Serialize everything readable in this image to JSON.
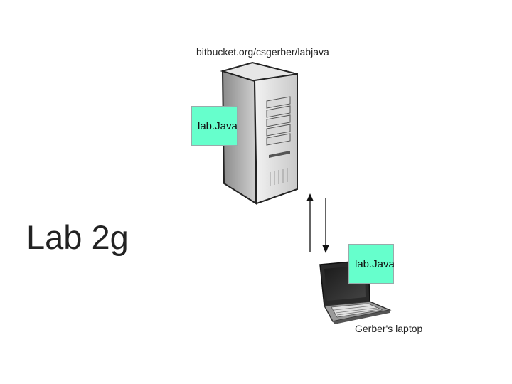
{
  "slide": {
    "title": "Lab 2g",
    "server": {
      "url_label": "bitbucket.org/csgerber/labjava",
      "repo_label": "lab.Java"
    },
    "laptop": {
      "repo_label": "lab.Java",
      "owner_label": "Gerber's laptop"
    }
  }
}
